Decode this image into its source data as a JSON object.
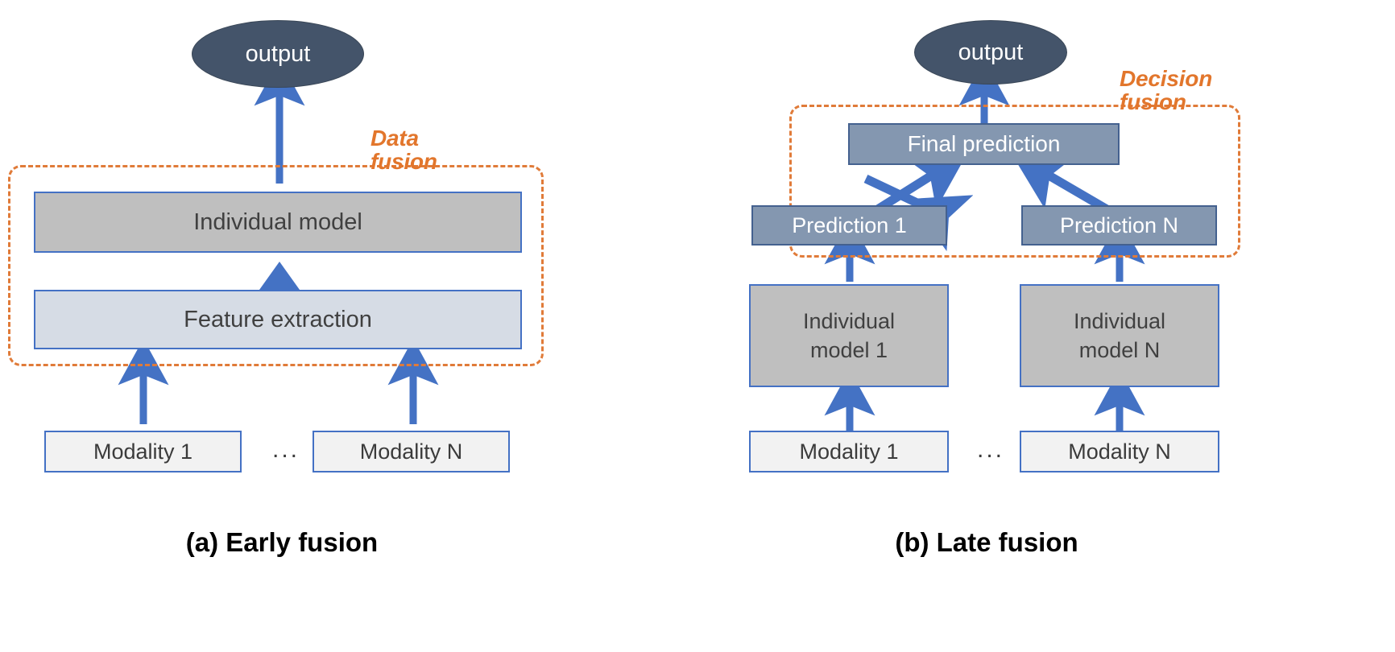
{
  "figure": {
    "background_color": "#FFFFFF",
    "accent_orange": "#E2762C",
    "arrow_blue": "#4472C4",
    "ellipse_color": "#44546A",
    "gray_box_color": "#BFBFBF",
    "lightblue_box_color": "#D6DCE5",
    "white_box_color": "#F2F2F2",
    "slate_box_color": "#8497B0"
  },
  "panel_a": {
    "caption": "(a) Early fusion",
    "output_label": "output",
    "fusion_label_line1": "Data",
    "fusion_label_line2": "fusion",
    "individual_model": "Individual model",
    "feature_extraction": "Feature extraction",
    "modality_1": "Modality 1",
    "modality_n": "Modality N",
    "ellipsis": "..."
  },
  "panel_b": {
    "caption": "(b) Late fusion",
    "output_label": "output",
    "fusion_label_line1": "Decision",
    "fusion_label_line2": "fusion",
    "final_prediction": "Final prediction",
    "prediction_1": "Prediction 1",
    "prediction_n": "Prediction  N",
    "individual_model_1_line1": "Individual",
    "individual_model_1_line2": "model 1",
    "individual_model_n_line1": "Individual",
    "individual_model_n_line2": "model N",
    "modality_1": "Modality 1",
    "modality_n": "Modality N",
    "ellipsis": "..."
  }
}
